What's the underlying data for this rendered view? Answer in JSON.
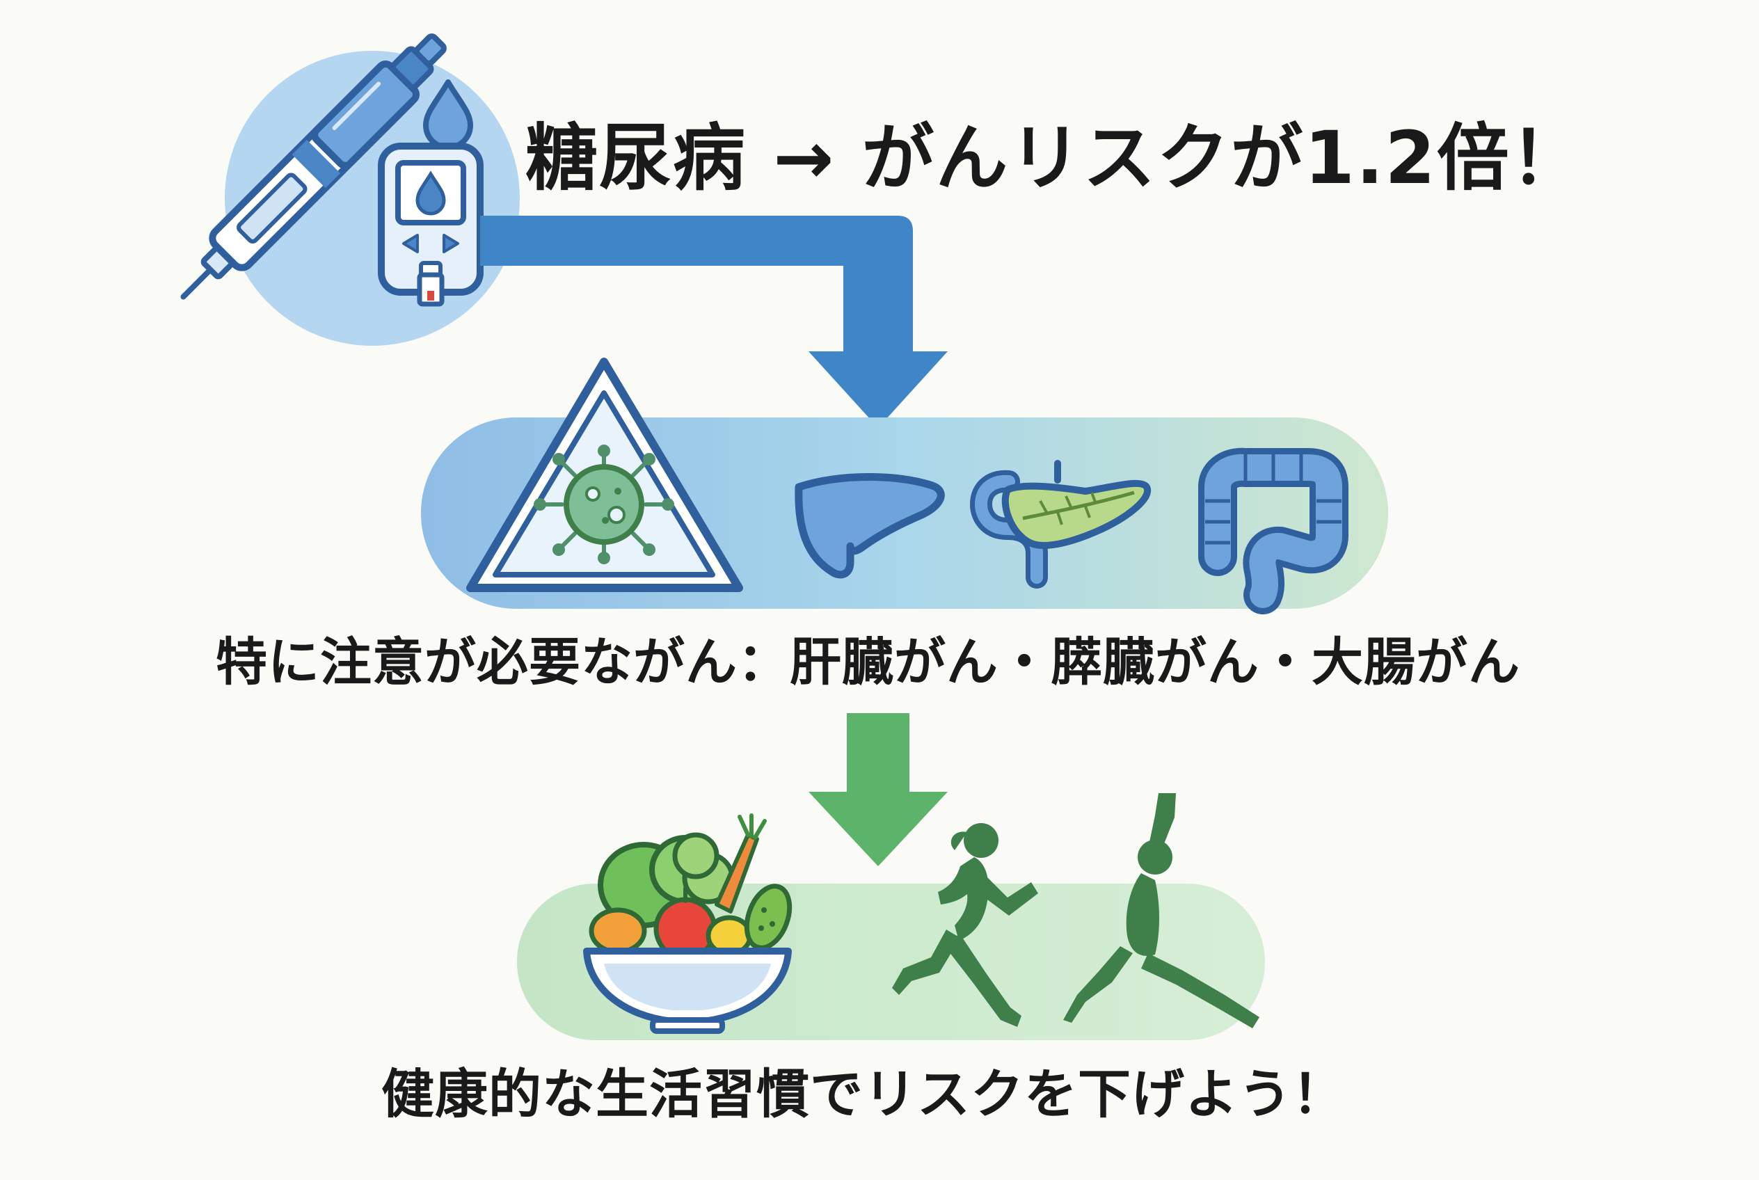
{
  "headline": "糖尿病 → がんリスクが1.2倍！",
  "warning": "特に注意が必要ながん：肝臓がん・膵臓がん・大腸がん",
  "advice": "健康的な生活習慣でリスクを下げよう！",
  "icons": {
    "diabetes": [
      "insulin-pen-icon",
      "blood-drop-icon",
      "glucose-meter-icon"
    ],
    "cancer": [
      "warning-virus-icon",
      "liver-icon",
      "pancreas-icon",
      "colon-icon"
    ],
    "lifestyle": [
      "vegetable-bowl-icon",
      "running-person-icon",
      "yoga-person-icon"
    ]
  },
  "colors": {
    "risk_arrow": "#3f86c8",
    "lifestyle_arrow": "#5cb46a",
    "organ_fill": "#6fa3dc",
    "organ_stroke": "#2f5f9c",
    "silhouette": "#3f7f4a"
  }
}
